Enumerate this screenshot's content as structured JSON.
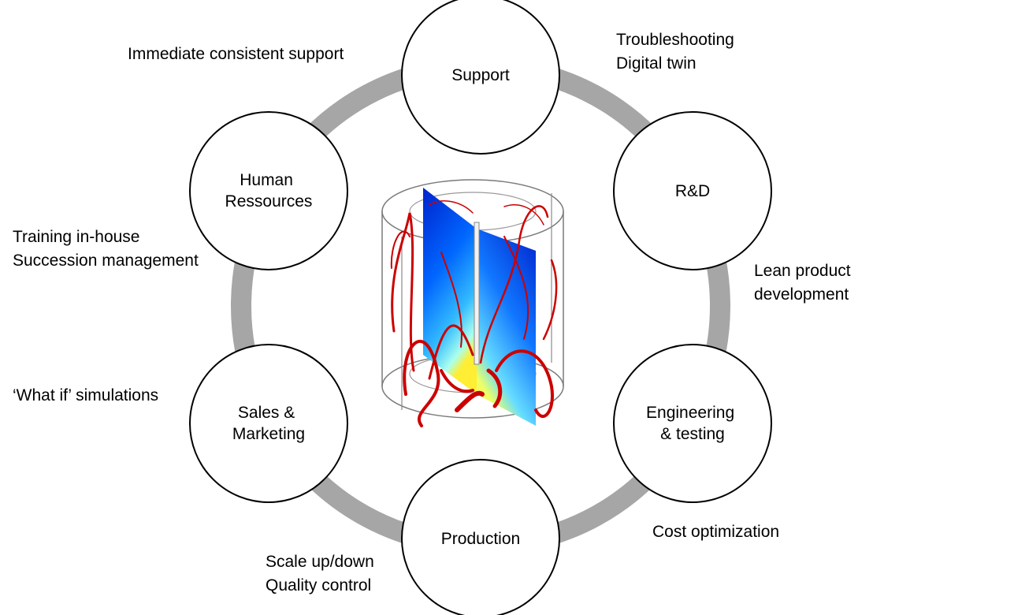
{
  "nodes": {
    "support": {
      "lines": [
        "Support"
      ]
    },
    "rd": {
      "lines": [
        "R&D"
      ]
    },
    "engineering": {
      "lines": [
        "Engineering",
        "& testing"
      ]
    },
    "production": {
      "lines": [
        "Production"
      ]
    },
    "sales": {
      "lines": [
        "Sales &",
        "Marketing"
      ]
    },
    "hr": {
      "lines": [
        "Human",
        "Ressources"
      ]
    }
  },
  "notes": {
    "support": [
      "Immediate consistent support"
    ],
    "rd": [
      "Troubleshooting",
      "Digital twin"
    ],
    "engineering": [
      "Lean product",
      "development"
    ],
    "production": [
      "Cost optimization"
    ],
    "production_left": [
      "Scale up/down",
      "Quality control"
    ],
    "sales": [
      "‘What if’ simulations"
    ],
    "hr": [
      "Training in-house",
      "Succession management"
    ]
  },
  "colors": {
    "ring": "#a6a6a6",
    "node_stroke": "#000000",
    "node_fill": "#ffffff",
    "streamline": "#cc0000",
    "slice_high": "#0033cc",
    "slice_low": "#ffee33"
  },
  "center_image": "mixing-tank-cfd-simulation"
}
